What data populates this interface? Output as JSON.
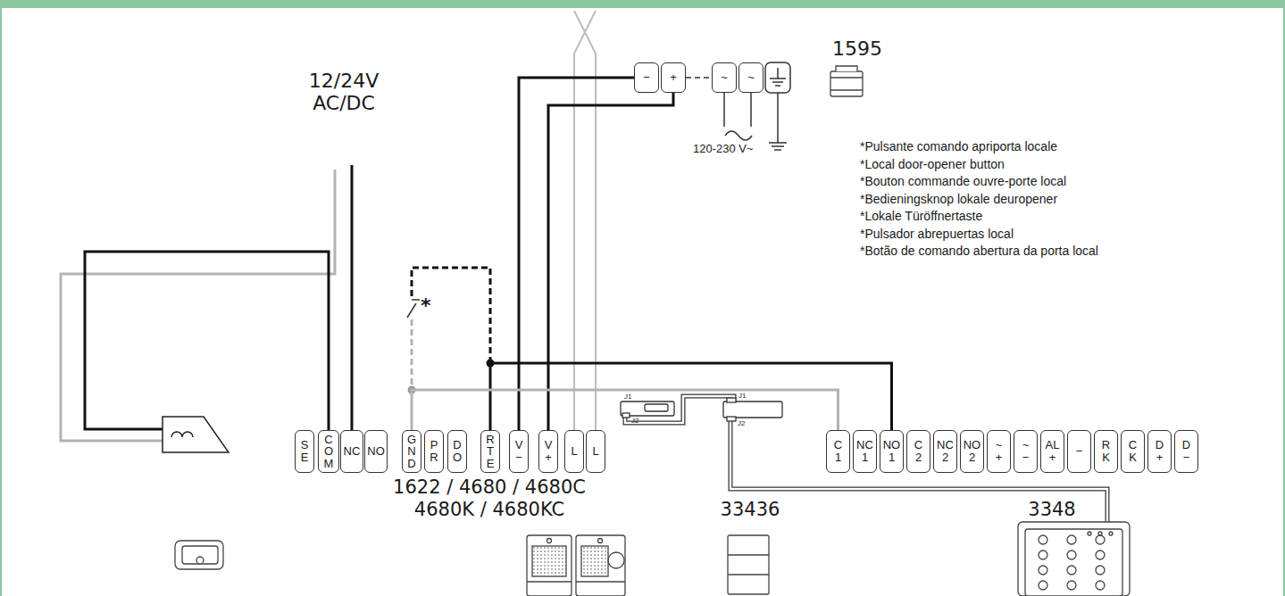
{
  "diagram": {
    "nodes": [
      {
        "text": [
          "−"
        ]
      },
      {
        "text": [
          "+"
        ]
      },
      {
        "text": [
          "~"
        ]
      },
      {
        "text": [
          "~"
        ]
      },
      {
        "text": [
          "SE"
        ]
      },
      {
        "text": [
          "COM"
        ]
      },
      {
        "text": [
          "NC"
        ]
      },
      {
        "text": [
          "NO"
        ]
      },
      {
        "text": [
          "GND"
        ]
      },
      {
        "text": [
          "PR"
        ]
      },
      {
        "text": [
          "DO"
        ]
      },
      {
        "text": [
          "RTE"
        ]
      },
      {
        "text": [
          "V−"
        ]
      },
      {
        "text": [
          "V+"
        ]
      },
      {
        "text": [
          "L"
        ]
      },
      {
        "text": [
          "L"
        ]
      },
      {
        "text": [
          "C1"
        ]
      },
      {
        "text": [
          "NC1"
        ]
      },
      {
        "text": [
          "NO1"
        ]
      },
      {
        "text": [
          "C2"
        ]
      },
      {
        "text": [
          "NC2"
        ]
      },
      {
        "text": [
          "NO2"
        ]
      },
      {
        "text": [
          "~+"
        ]
      },
      {
        "text": [
          "~−"
        ]
      },
      {
        "text": [
          "AL+"
        ]
      },
      {
        "text": [
          "−"
        ]
      },
      {
        "text": [
          "RK"
        ]
      },
      {
        "text": [
          "CK"
        ]
      },
      {
        "text": [
          "D+"
        ]
      },
      {
        "text": [
          "D−"
        ]
      }
    ],
    "edges": [
      {
        "from": 12,
        "to": 0,
        "arrow": "none"
      },
      {
        "from": 13,
        "to": 1,
        "arrow": "none"
      },
      {
        "from": 11,
        "to": 18,
        "arrow": "none"
      },
      {
        "from": 8,
        "to": 16,
        "arrow": "none"
      }
    ],
    "labels": [
      "12/24V AC/DC",
      "1595",
      "120-230 V~",
      "*Pulsante comando apriporta locale",
      "*Local door-opener button",
      "*Bouton commande ouvre-porte local",
      "*Bedieningsknop lokale deuropener",
      "*Lokale Türöffnertaste",
      "*Pulsador abrepuertas local",
      "*Botão de comando abertura da porta local",
      "*",
      "1622 / 4680 / 4680C",
      "4680K / 4680KC",
      "J1",
      "J2",
      "J1",
      "J2",
      "33436",
      "3348"
    ]
  }
}
